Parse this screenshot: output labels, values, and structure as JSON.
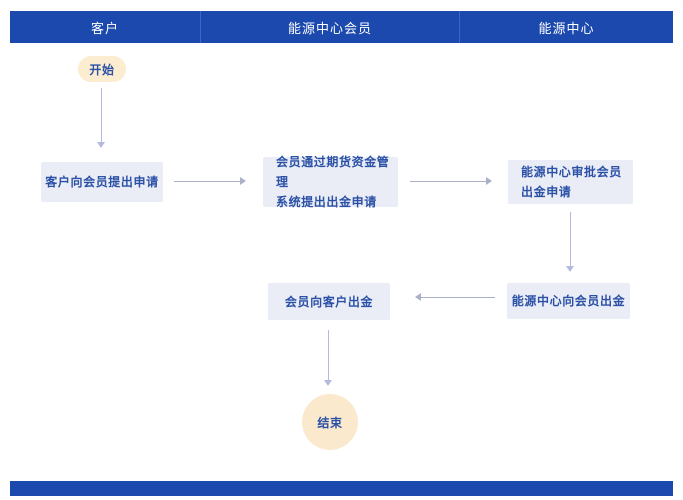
{
  "header": {
    "lanes": [
      {
        "label": "客户"
      },
      {
        "label": "能源中心会员"
      },
      {
        "label": "能源中心"
      }
    ]
  },
  "flow": {
    "start_label": "开始",
    "step1_label": "客户向会员提出申请",
    "step2_line1": "会员通过期货资金管理",
    "step2_line2": "系统提出出金申请",
    "step3_line1": "能源中心审批会员",
    "step3_line2": "出金申请",
    "step4_label": "能源中心向会员出金",
    "step5_label": "会员向客户出金",
    "end_label": "结束"
  },
  "colors": {
    "lane_header_bg": "#1b49ae",
    "lane_header_text": "#ffffff",
    "process_box_bg": "#eaedf5",
    "process_box_text": "#2b51a7",
    "terminal_bg": "#fcecd0",
    "end_circle_bg": "#fbe9cd",
    "arrow": "#b3badb"
  }
}
